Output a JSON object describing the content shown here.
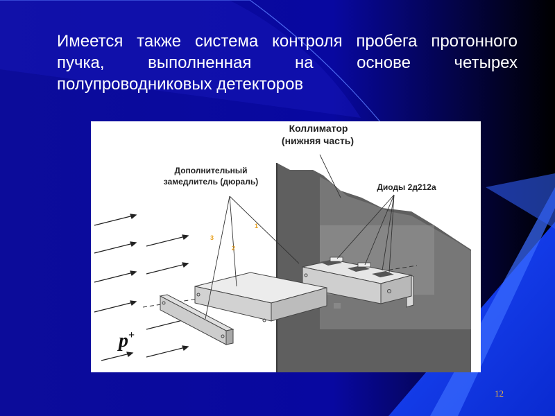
{
  "slide": {
    "title": "Имеется также система контроля пробега протонного пучка, выполненная на основе четырех полупроводниковых детекторов",
    "page_number": "12"
  },
  "figure": {
    "collimator_label_1": "Коллиматор",
    "collimator_label_2": "(нижняя часть)",
    "moderator_label_1": "Дополнительный",
    "moderator_label_2": "замедлитель (дюраль)",
    "diodes_label": "Диоды 2д212а",
    "marker_1": "1",
    "marker_2": "2",
    "marker_3": "3",
    "particle_symbol": "p",
    "particle_charge": "+"
  },
  "colors": {
    "background": "#0a0a8c",
    "title_text": "#ffffff",
    "accent_number": "#e8b040"
  }
}
